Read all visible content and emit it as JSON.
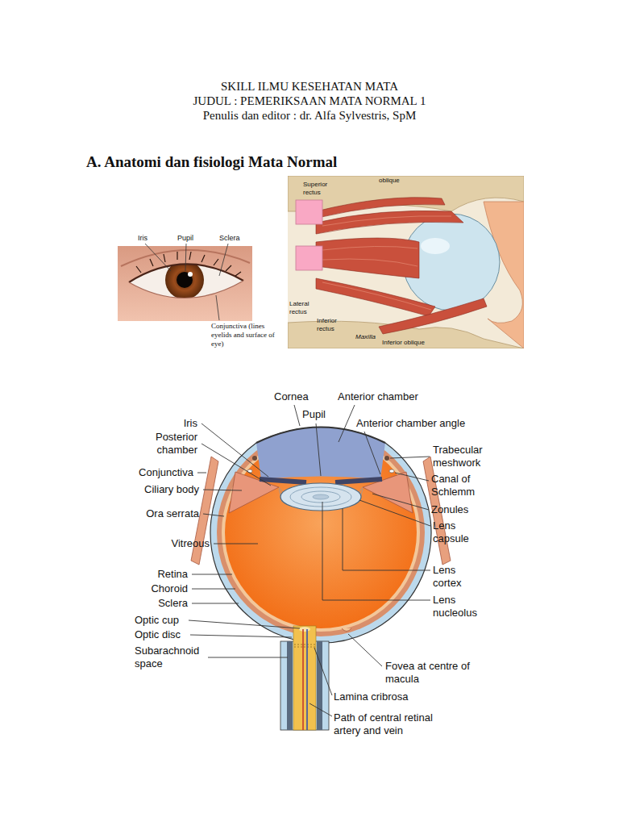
{
  "diagram": {
    "title": "SKILL ILMU KESEHATAN MATA",
    "labels": [
      "JUDUL : PEMERIKSAAN MATA NORMAL 1",
      "Penulis dan editor : dr. Alfa Sylvestris, SpM",
      "A. Anatomi dan fisiologi Mata Normal",
      "Iris",
      "Pupil",
      "Sclera",
      "Conjunctiva (lines eyelids and surface of eye)",
      "oblique",
      "Superior rectus",
      "Lateral rectus",
      "Inferior rectus",
      "Maxilla",
      "Inferior oblique",
      "Cornea",
      "Anterior chamber",
      "Pupil",
      "Anterior chamber angle",
      "Iris",
      "Posterior chamber",
      "Conjunctiva",
      "Ciliary body",
      "Ora serrata",
      "Vitreous",
      "Retina",
      "Choroid",
      "Sclera",
      "Optic cup",
      "Optic disc",
      "Subarachnoid space",
      "Trabecular meshwork",
      "Canal of Schlemm",
      "Zonules",
      "Lens capsule",
      "Lens cortex",
      "Lens nucleolus",
      "Fovea at centre of macula",
      "Lamina cribrosa",
      "Path of central retinal artery and vein"
    ]
  }
}
